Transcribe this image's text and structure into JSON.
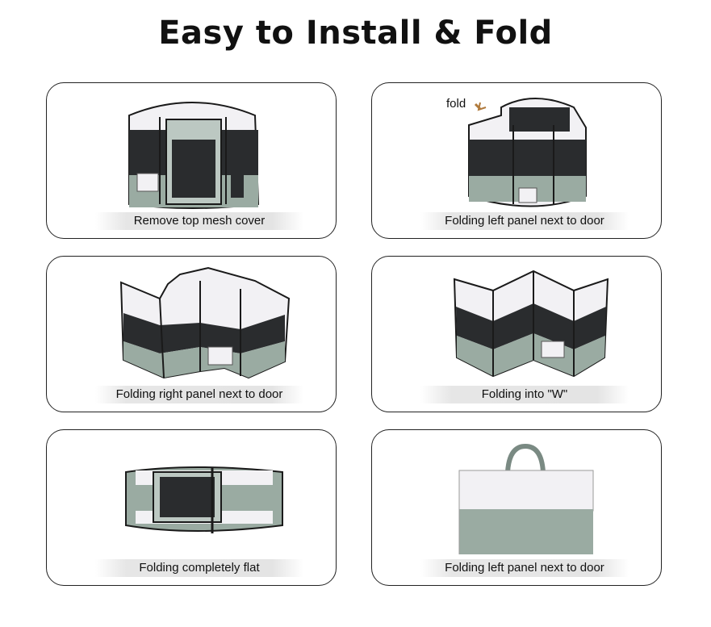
{
  "title": "Easy to Install & Fold",
  "steps": [
    {
      "caption": "Remove top mesh cover"
    },
    {
      "caption": "Folding left panel next to door",
      "note": "fold"
    },
    {
      "caption": "Folding right panel next to door"
    },
    {
      "caption": "Folding into \"W\""
    },
    {
      "caption": "Folding completely flat"
    },
    {
      "caption": "Folding left panel next to door"
    }
  ],
  "colors": {
    "mesh": "#2a2c2e",
    "fabric_top": "#f2f1f4",
    "fabric_bottom": "#9aaba2",
    "trim": "#1a1a1a",
    "accent_arrow": "#b07a3c"
  }
}
